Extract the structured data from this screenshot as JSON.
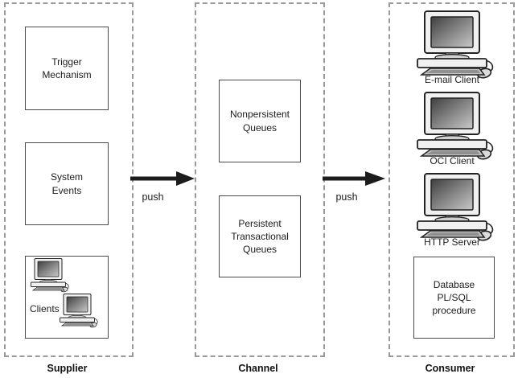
{
  "diagram": {
    "supplier": {
      "label": "Supplier",
      "trigger_box": "Trigger\nMechanism",
      "events_box": "System\nEvents",
      "clients_label": "Clients"
    },
    "channel": {
      "label": "Channel",
      "nonpersistent_box": "Nonpersistent\nQueues",
      "persistent_box": "Persistent\nTransactional\nQueues"
    },
    "consumer": {
      "label": "Consumer",
      "email_client_label": "E-mail Client",
      "oci_client_label": "OCI Client",
      "http_server_label": "HTTP Server",
      "database_box": "Database\nPL/SQL\nprocedure"
    },
    "arrows": {
      "supplier_to_channel_label": "push",
      "channel_to_consumer_label": "push"
    },
    "icons": {
      "computer": "desktop-computer-with-monitor-keyboard-mouse"
    },
    "colors": {
      "background": "#ffffff",
      "dashed_border": "#999999",
      "box_border": "#4a4a4a",
      "text": "#1c1c1c",
      "arrow": "#1c1c1c",
      "screen_gradient_dark": "#3f3f3f",
      "screen_gradient_light": "#c9c9c9"
    }
  }
}
